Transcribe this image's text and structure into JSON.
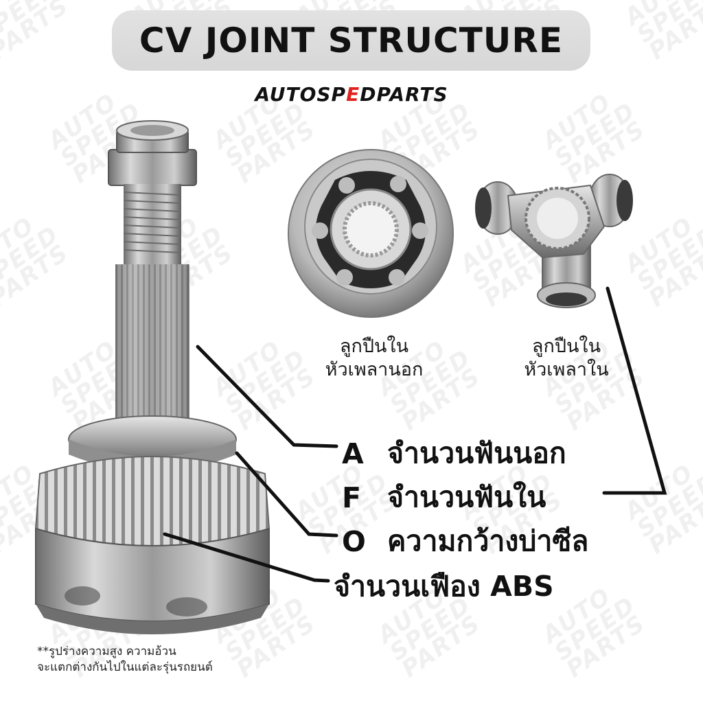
{
  "title": "CV JOINT STRUCTURE",
  "brand": {
    "part1": "AUTOSP",
    "part2": "E",
    "part3": "DPARTS"
  },
  "captions": {
    "outer_bearing": [
      "ลูกปืนใน",
      "หัวเพลานอก"
    ],
    "inner_bearing": [
      "ลูกปืนใน",
      "หัวเพลาใน"
    ]
  },
  "specs": [
    {
      "letter": "A",
      "text": "จำนวนฟันนอก"
    },
    {
      "letter": "F",
      "text": "จำนวนฟันใน"
    },
    {
      "letter": "O",
      "text": "ความกว้างบ่าซีล"
    },
    {
      "letter": "",
      "text": "จำนวนเฟือง ABS"
    }
  ],
  "footnote": [
    "**รูปร่างความสูง ความอ้วน",
    "จะแตกต่างกันไปในแต่ละรุ่นรถยนต์"
  ],
  "watermark_text": "AUTO SPEED PARTS",
  "colors": {
    "accent": "#e0231d",
    "title_bg": "#dcdcdc",
    "text": "#111111"
  }
}
